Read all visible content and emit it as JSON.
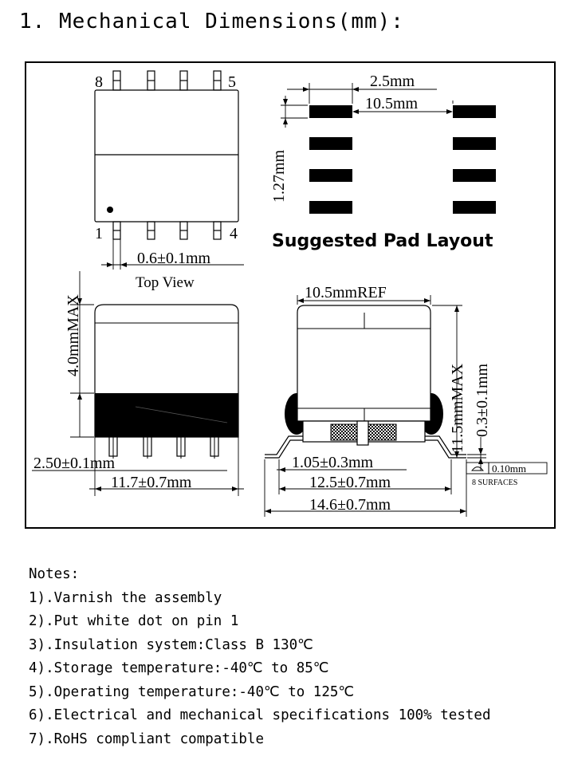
{
  "title": "1. Mechanical Dimensions(mm):",
  "top_view": {
    "pin_labels": [
      "8",
      "5",
      "1",
      "4"
    ],
    "pin_width": "0.6±0.1mm",
    "caption": "Top View"
  },
  "pad_layout": {
    "pad_length": "2.5mm",
    "pad_span": "10.5mm",
    "pad_pitch": "1.27mm",
    "caption": "Suggested Pad Layout"
  },
  "side_view": {
    "height": "4.0mmMAX",
    "standoff": "2.50±0.1mm",
    "width": "11.7±0.7mm"
  },
  "front_view": {
    "body_ref": "10.5mmREF",
    "height": "11.5mmMAX",
    "lead_thickness": "0.3±0.1mm",
    "foot_length": "1.05±0.3mm",
    "lead_span": "12.5±0.7mm",
    "overall_span": "14.6±0.7mm",
    "coplanarity": "0.10mm",
    "surfaces": "8 SURFACES"
  },
  "notes": {
    "heading": "Notes:",
    "items": [
      "1).Varnish the assembly",
      "2).Put white dot on pin 1",
      "3).Insulation system:Class B 130℃",
      "4).Storage temperature:-40℃ to 85℃",
      "5).Operating temperature:-40℃ to 125℃",
      "6).Electrical and mechanical specifications 100% tested",
      "7).RoHS compliant compatible"
    ]
  }
}
